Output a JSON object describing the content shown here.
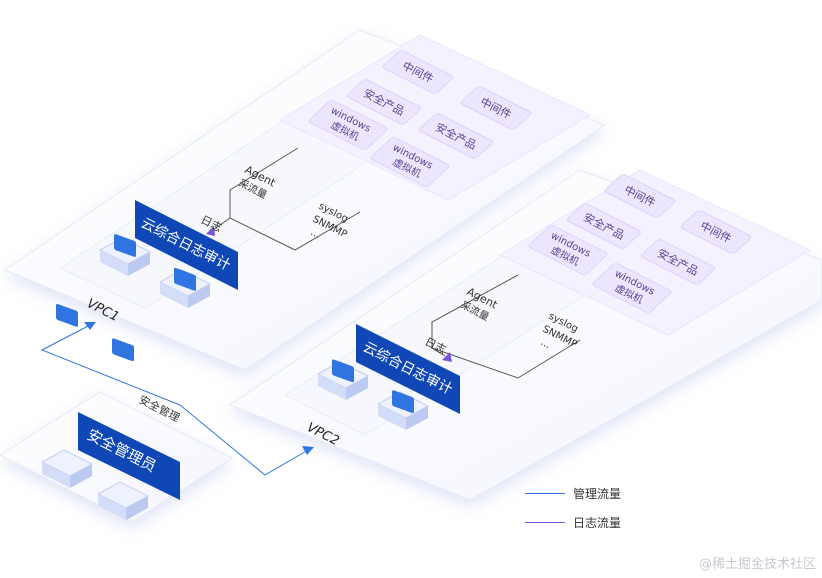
{
  "colors": {
    "management": "#2f74e0",
    "log": "#7b53d6",
    "tile": "#ece6ff",
    "tile_text": "#5a4590",
    "banner": "#0f47b6",
    "banner_text": "#ffffff"
  },
  "vpc1": {
    "label": "VPC1",
    "banner": "云综合日志审计",
    "log_label": "日志",
    "agent": {
      "line1": "Agent",
      "line2": "采流量"
    },
    "syslog": {
      "line1": "syslog",
      "line2": "SNMMP",
      "line3": "..."
    },
    "tiles": [
      {
        "line1": "中间件",
        "line2": ""
      },
      {
        "line1": "安全产品",
        "line2": ""
      },
      {
        "line1": "windows",
        "line2": "虚拟机"
      },
      {
        "line1": "中间件",
        "line2": ""
      },
      {
        "line1": "安全产品",
        "line2": ""
      },
      {
        "line1": "windows",
        "line2": "虚拟机"
      }
    ]
  },
  "vpc2": {
    "label": "VPC2",
    "banner": "云综合日志审计",
    "log_label": "日志",
    "agent": {
      "line1": "Agent",
      "line2": "采流量"
    },
    "syslog": {
      "line1": "syslog",
      "line2": "SNMMP",
      "line3": "..."
    },
    "tiles": [
      {
        "line1": "中间件",
        "line2": ""
      },
      {
        "line1": "安全产品",
        "line2": ""
      },
      {
        "line1": "windows",
        "line2": "虚拟机"
      },
      {
        "line1": "中间件",
        "line2": ""
      },
      {
        "line1": "安全产品",
        "line2": ""
      },
      {
        "line1": "windows",
        "line2": "虚拟机"
      }
    ]
  },
  "admin": {
    "banner": "安全管理员",
    "link_label": "安全管理"
  },
  "legend": {
    "management": "管理流量",
    "log": "日志流量"
  },
  "watermark": "@稀土掘金技术社区"
}
